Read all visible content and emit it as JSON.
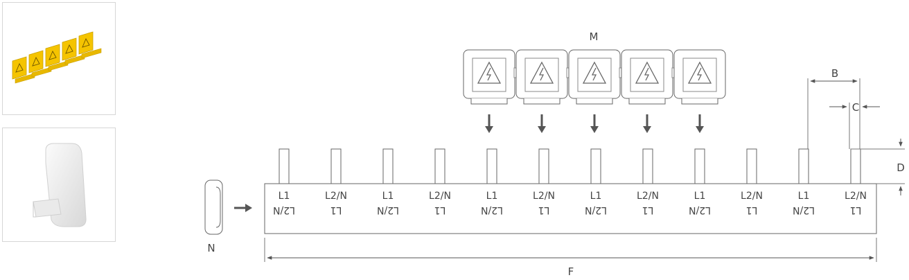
{
  "thumbnails": [
    {
      "name": "yellow-terminal-covers",
      "color": "#f5c400"
    },
    {
      "name": "white-end-cap",
      "color": "#e9e9e9"
    }
  ],
  "diagram": {
    "label_m": "M",
    "label_n": "N",
    "label_b": "B",
    "label_c": "C",
    "label_d": "D",
    "label_f": "F",
    "pins": [
      {
        "top": "L1",
        "bottom": "L2/N"
      },
      {
        "top": "L2/N",
        "bottom": "L1"
      },
      {
        "top": "L1",
        "bottom": "L2/N"
      },
      {
        "top": "L2/N",
        "bottom": "L1"
      },
      {
        "top": "L1",
        "bottom": "L2/N"
      },
      {
        "top": "L2/N",
        "bottom": "L1"
      },
      {
        "top": "L1",
        "bottom": "L2/N"
      },
      {
        "top": "L2/N",
        "bottom": "L1"
      },
      {
        "top": "L1",
        "bottom": "L2/N"
      },
      {
        "top": "L2/N",
        "bottom": "L1"
      },
      {
        "top": "L1",
        "bottom": "L2/N"
      },
      {
        "top": "L2/N",
        "bottom": "L1"
      }
    ],
    "cover_count": 5,
    "line_color": "#555555"
  }
}
